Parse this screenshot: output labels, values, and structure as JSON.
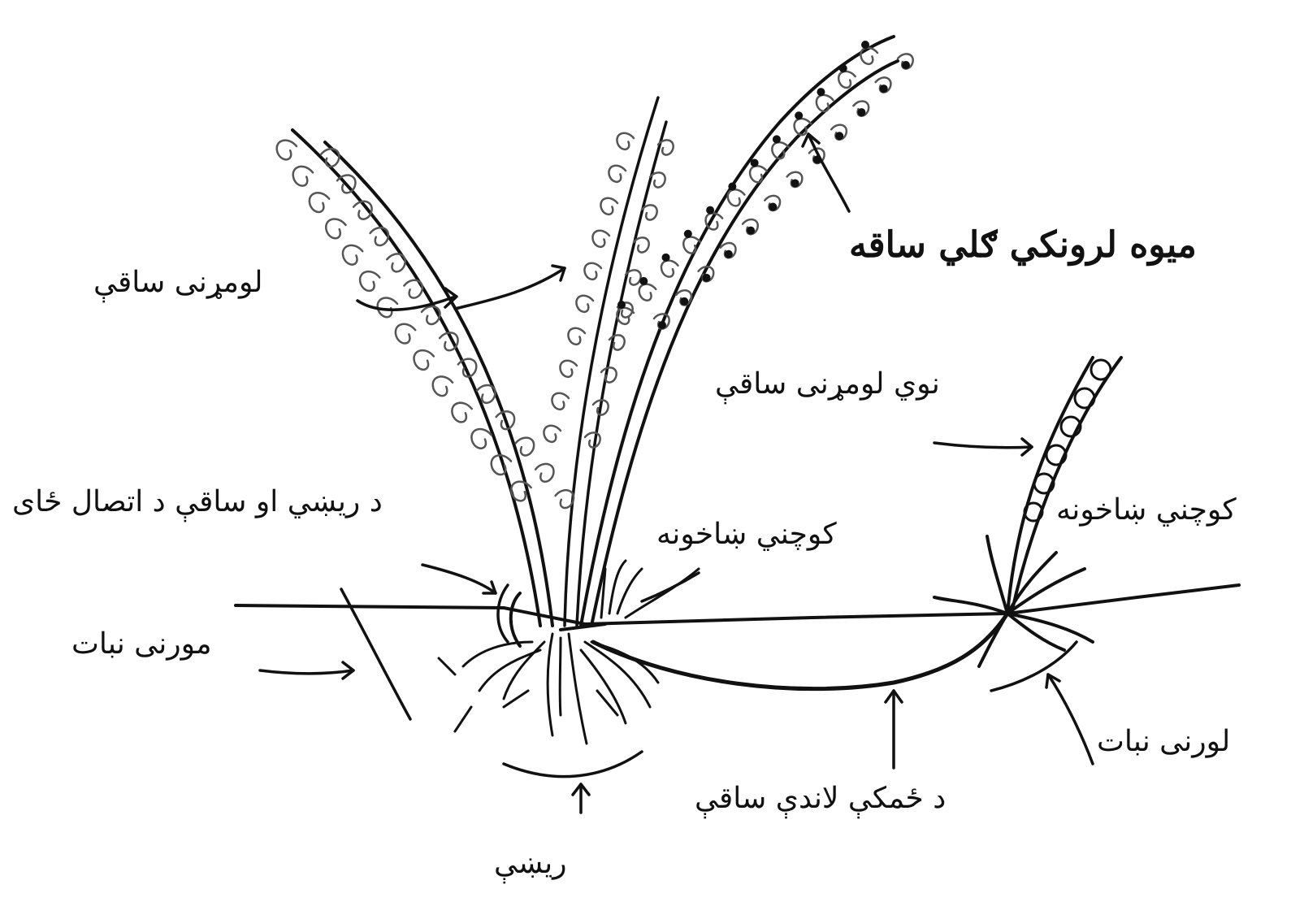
{
  "diagram": {
    "labels": {
      "fruiting_stem": "میوه لرونکي ګلي ساقه",
      "old_stem": "لومړنی ساقې",
      "new_stem": "نوي لومړنی ساقې",
      "root_stem_junction": "د ريښي او ساقې د اتصال ځای",
      "buds_center": "کوچني ښاخونه",
      "buds_right": "کوچني ښاخونه",
      "mother_plant": "مورنی نبات",
      "daughter_plant": "لورنی نبات",
      "stolon": "د ځمکې لاندې ساقې",
      "roots": "ريښې"
    }
  }
}
